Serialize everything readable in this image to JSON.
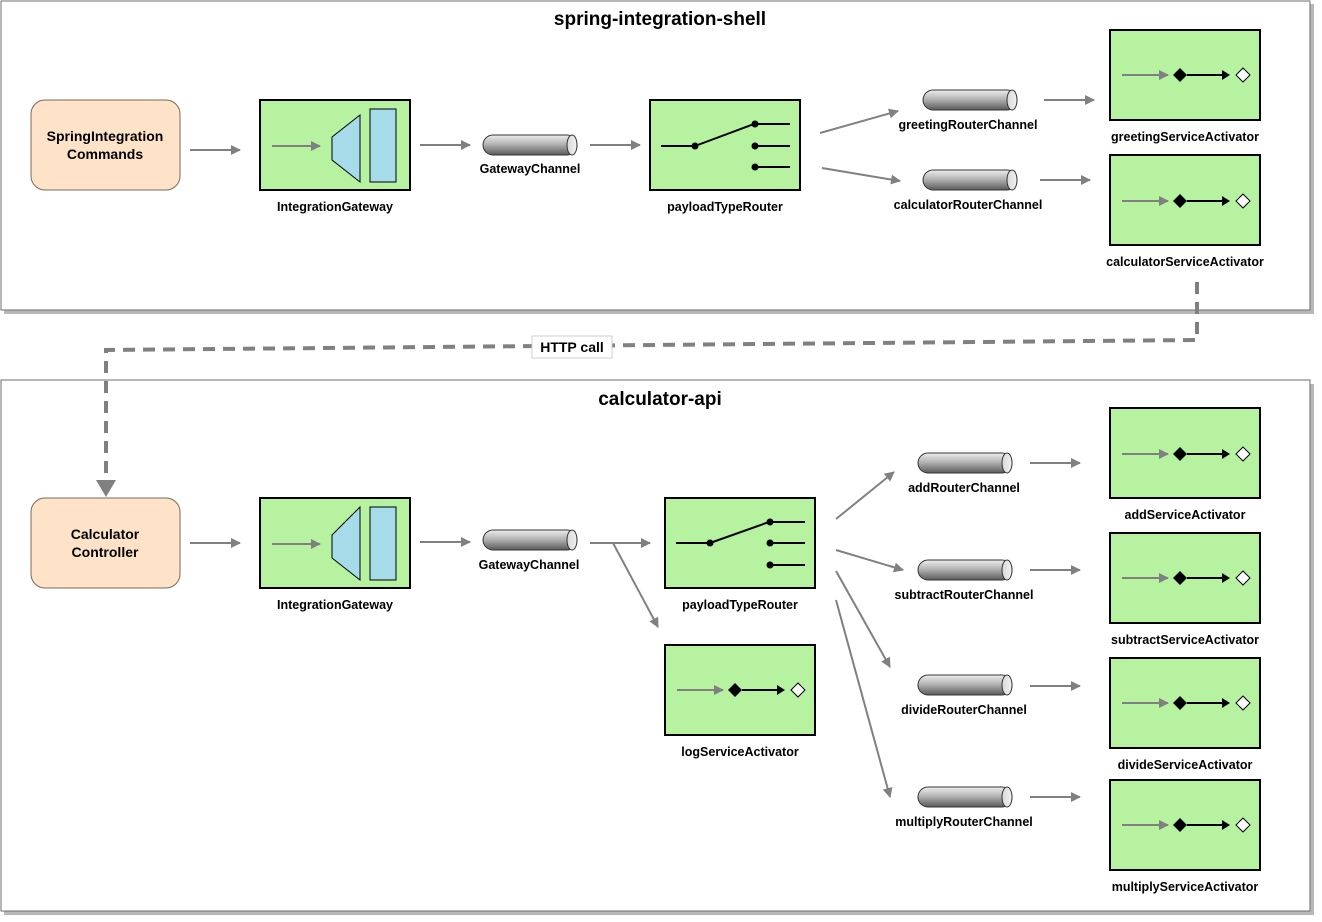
{
  "top": {
    "title": "spring-integration-shell",
    "source_line1": "SpringIntegration",
    "source_line2": "Commands",
    "gateway": "IntegrationGateway",
    "channel": "GatewayChannel",
    "router": "payloadTypeRouter",
    "routes": [
      {
        "channel": "greetingRouterChannel",
        "activator": "greetingServiceActivator"
      },
      {
        "channel": "calculatorRouterChannel",
        "activator": "calculatorServiceActivator"
      }
    ]
  },
  "link": {
    "label": "HTTP call"
  },
  "bottom": {
    "title": "calculator-api",
    "source_line1": "Calculator",
    "source_line2": "Controller",
    "gateway": "IntegrationGateway",
    "channel": "GatewayChannel",
    "router": "payloadTypeRouter",
    "log": "logServiceActivator",
    "routes": [
      {
        "channel": "addRouterChannel",
        "activator": "addServiceActivator"
      },
      {
        "channel": "subtractRouterChannel",
        "activator": "subtractServiceActivator"
      },
      {
        "channel": "divideRouterChannel",
        "activator": "divideServiceActivator"
      },
      {
        "channel": "multiplyRouterChannel",
        "activator": "multiplyServiceActivator"
      }
    ]
  },
  "colors": {
    "component_fill": "#b6f2a0",
    "endpoint_fill": "#ffe3c9",
    "gateway_panel": "#a6dcea",
    "connector": "#808080"
  }
}
